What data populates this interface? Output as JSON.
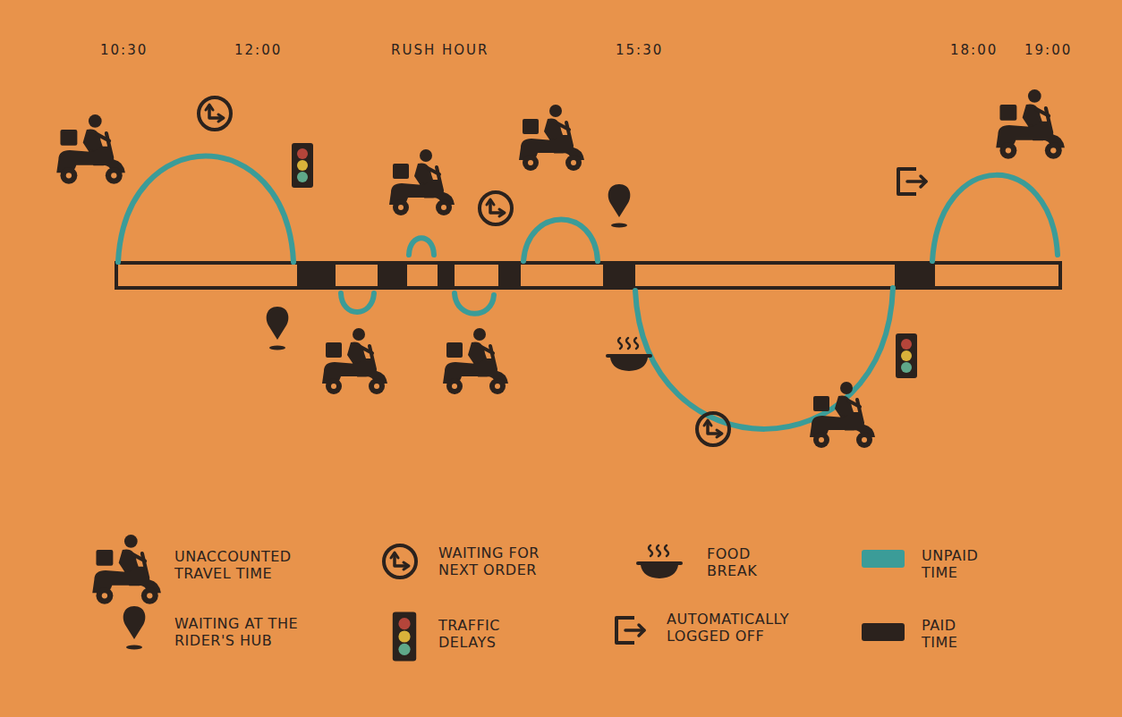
{
  "diagram": {
    "labels": [
      "10:30",
      "12:00",
      "RUSH HOUR",
      "15:30",
      "18:00",
      "19:00"
    ],
    "legend": [
      {
        "text": "UNACCOUNTED TRAVEL TIME"
      },
      {
        "text": "WAITING FOR NEXT ORDER"
      },
      {
        "text": "FOOD BREAK"
      },
      {
        "text": "UNPAID TIME",
        "color": "#3B9C98"
      },
      {
        "text": "WAITING AT THE RIDER'S HUB"
      },
      {
        "text": "TRAFFIC DELAYS"
      },
      {
        "text": "AUTOMATICALLY LOGGED OFF"
      },
      {
        "text": "PAID TIME",
        "color": "#2B221D"
      }
    ]
  }
}
